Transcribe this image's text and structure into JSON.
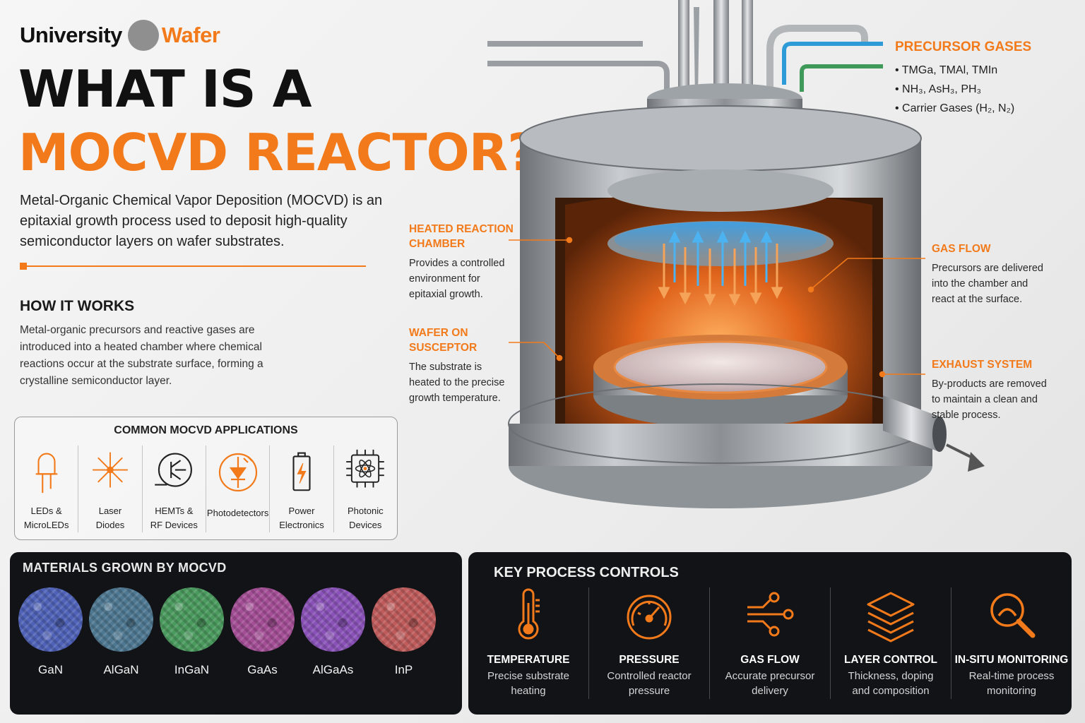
{
  "brand": {
    "word1": "University",
    "word2": "Wafer"
  },
  "title": {
    "line1": "WHAT IS A",
    "line2": "MOCVD REACTOR?"
  },
  "intro": "Metal-Organic Chemical Vapor Deposition (MOCVD) is an epitaxial growth process used to deposit high-quality semiconductor layers on wafer substrates.",
  "how": {
    "title": "HOW IT WORKS",
    "text": "Metal-organic precursors and reactive gases are introduced into a heated chamber where chemical reactions occur at the substrate surface, forming a crystalline semiconductor layer."
  },
  "applications": {
    "title": "COMMON MOCVD APPLICATIONS",
    "items": [
      {
        "label": "LEDs &\nMicroLEDs",
        "icon": "led-icon"
      },
      {
        "label": "Laser\nDiodes",
        "icon": "laser-icon"
      },
      {
        "label": "HEMTs &\nRF Devices",
        "icon": "transistor-icon"
      },
      {
        "label": "Photodetectors",
        "icon": "photodiode-icon"
      },
      {
        "label": "Power\nElectronics",
        "icon": "battery-icon"
      },
      {
        "label": "Photonic\nDevices",
        "icon": "chip-atom-icon"
      }
    ]
  },
  "materials": {
    "title": "MATERIALS GROWN BY MOCVD",
    "items": [
      {
        "label": "GaN",
        "color": "#4f62b8"
      },
      {
        "label": "AlGaN",
        "color": "#4e7892"
      },
      {
        "label": "InGaN",
        "color": "#4a9a5e"
      },
      {
        "label": "GaAs",
        "color": "#a44e96"
      },
      {
        "label": "AlGaAs",
        "color": "#8a52b8"
      },
      {
        "label": "InP",
        "color": "#bf5b5b"
      }
    ]
  },
  "controls": {
    "title": "KEY PROCESS CONTROLS",
    "items": [
      {
        "name": "TEMPERATURE",
        "desc": "Precise substrate\nheating",
        "icon": "thermometer-icon"
      },
      {
        "name": "PRESSURE",
        "desc": "Controlled reactor\npressure",
        "icon": "gauge-icon"
      },
      {
        "name": "GAS FLOW",
        "desc": "Accurate precursor\ndelivery",
        "icon": "flow-nodes-icon"
      },
      {
        "name": "LAYER CONTROL",
        "desc": "Thickness, doping\nand composition",
        "icon": "layers-icon"
      },
      {
        "name": "IN-SITU MONITORING",
        "desc": "Real-time process\nmonitoring",
        "icon": "magnifier-icon"
      }
    ]
  },
  "precursors": {
    "title": "PRECURSOR GASES",
    "items": [
      "TMGa, TMAl, TMIn",
      "NH₃, AsH₃, PH₃",
      "Carrier Gases (H₂, N₂)"
    ]
  },
  "callouts": {
    "chamber": {
      "title": "HEATED REACTION\nCHAMBER",
      "text": "Provides a controlled\nenvironment for\nepitaxial growth."
    },
    "wafer": {
      "title": "WAFER ON\nSUSCEPTOR",
      "text": "The substrate is\nheated to the precise\ngrowth temperature."
    },
    "gasflow": {
      "title": "GAS FLOW",
      "text": "Precursors are delivered\ninto the chamber and\nreact at the surface."
    },
    "exhaust": {
      "title": "EXHAUST SYSTEM",
      "text": "By-products are removed\nto maintain a clean and\nstable process."
    }
  },
  "colors": {
    "accent": "#f27a1a",
    "panel": "#121316",
    "gas_line_blue": "#2f9ad8",
    "gas_line_green": "#3f9a5a"
  }
}
